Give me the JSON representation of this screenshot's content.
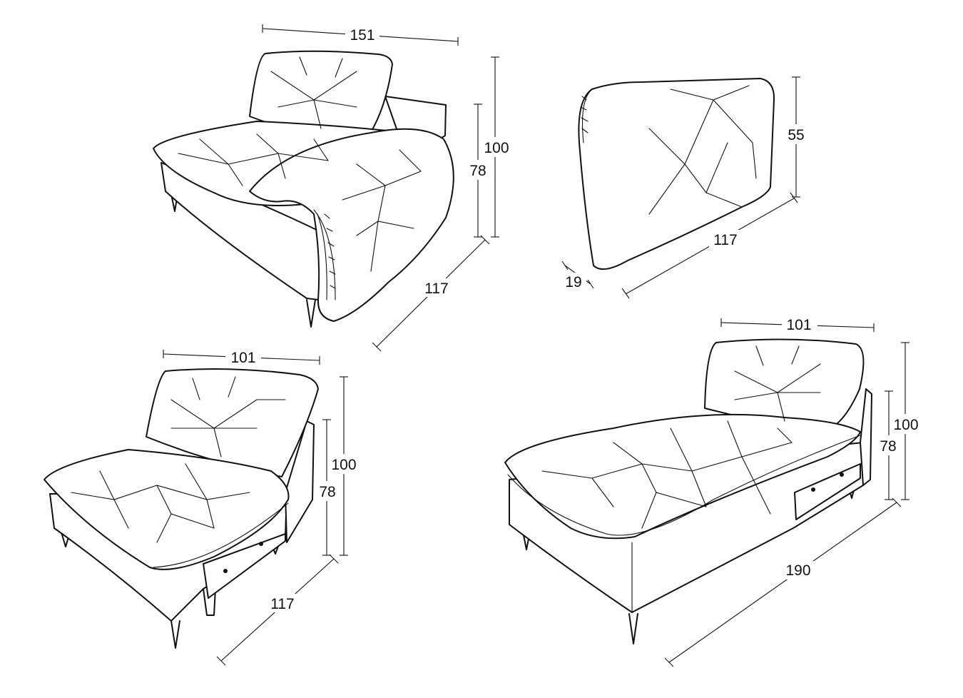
{
  "modules": [
    {
      "name": "Armchair module with armrest",
      "width": "151",
      "height_total": "100",
      "height_seat": "78",
      "depth": "117"
    },
    {
      "name": "Back cushion",
      "height": "55",
      "width": "117",
      "thickness": "19"
    },
    {
      "name": "Armless module",
      "width": "101",
      "height_total": "100",
      "height_seat": "78",
      "depth": "117"
    },
    {
      "name": "Chaise longue module",
      "width": "101",
      "height_total": "100",
      "height_seat": "78",
      "depth": "190"
    }
  ],
  "colors": {
    "line": "#111111",
    "background": "#ffffff"
  }
}
